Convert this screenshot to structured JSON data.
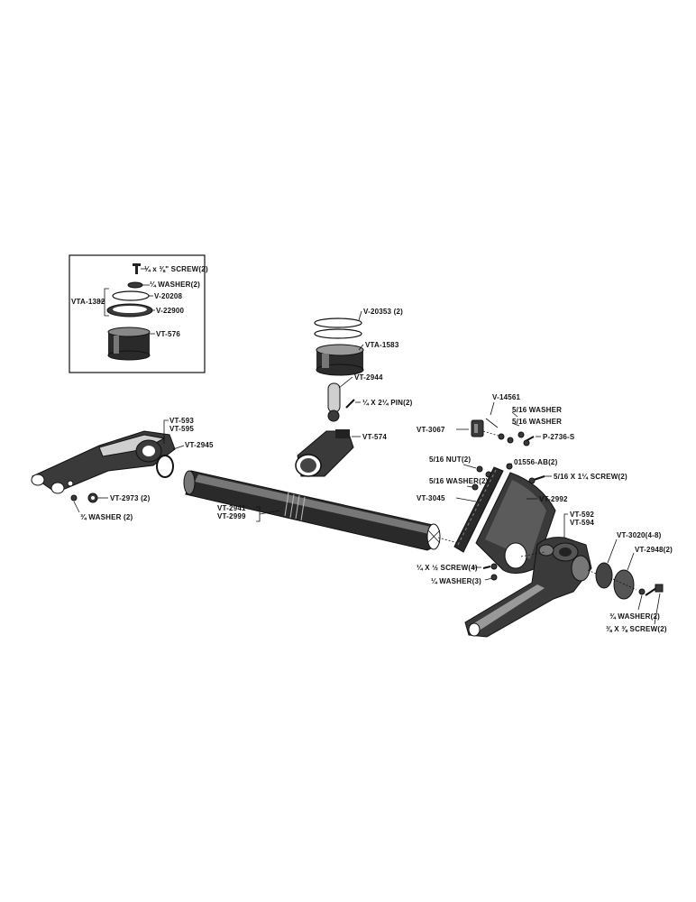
{
  "inset": {
    "group_label": "VTA-1382",
    "labels": [
      {
        "id": "screw",
        "text": "¼ x ⅜\" SCREW(2)"
      },
      {
        "id": "washer",
        "text": "¼ WASHER(2)"
      },
      {
        "id": "v20208",
        "text": "V-20208"
      },
      {
        "id": "v22900",
        "text": "V-22900"
      },
      {
        "id": "vt576",
        "text": "VT-576"
      }
    ]
  },
  "labels": {
    "v20353": "V-20353 (2)",
    "vta1583": "VTA-1583",
    "vt2944": "VT-2944",
    "pin": "¼ X 2¼ PIN(2)",
    "vt574": "VT-574",
    "vt593": "VT-593",
    "vt595": "VT-595",
    "vt2945": "VT-2945",
    "vt2973": "VT-2973 (2)",
    "washer_left": "¾ WASHER (2)",
    "vt2941": "VT-2941",
    "vt2999": "VT-2999",
    "v14561": "V-14561",
    "washer_a": "5/16 WASHER",
    "washer_b": "5/16 WASHER",
    "vt3067": "VT-3067",
    "p2736": "P-2736-S",
    "nut": "5/16 NUT(2)",
    "o1556": "01556-AB(2)",
    "screw_516": "5/16 X 1¼ SCREW(2)",
    "washer_516": "5/16 WASHER(2)",
    "vt3045": "VT-3045",
    "vt2992": "VT-2992",
    "vt592": "VT-592",
    "vt594": "VT-594",
    "vt3020": "VT-3020(4-8)",
    "vt2948": "VT-2948(2)",
    "screw4": "¼ X ½ SCREW(4)",
    "washer3": "¼ WASHER(3)",
    "washer2_right": "¾ WASHER(2)",
    "screw2_right": "⅜ X ⅜ SCREW(2)"
  }
}
